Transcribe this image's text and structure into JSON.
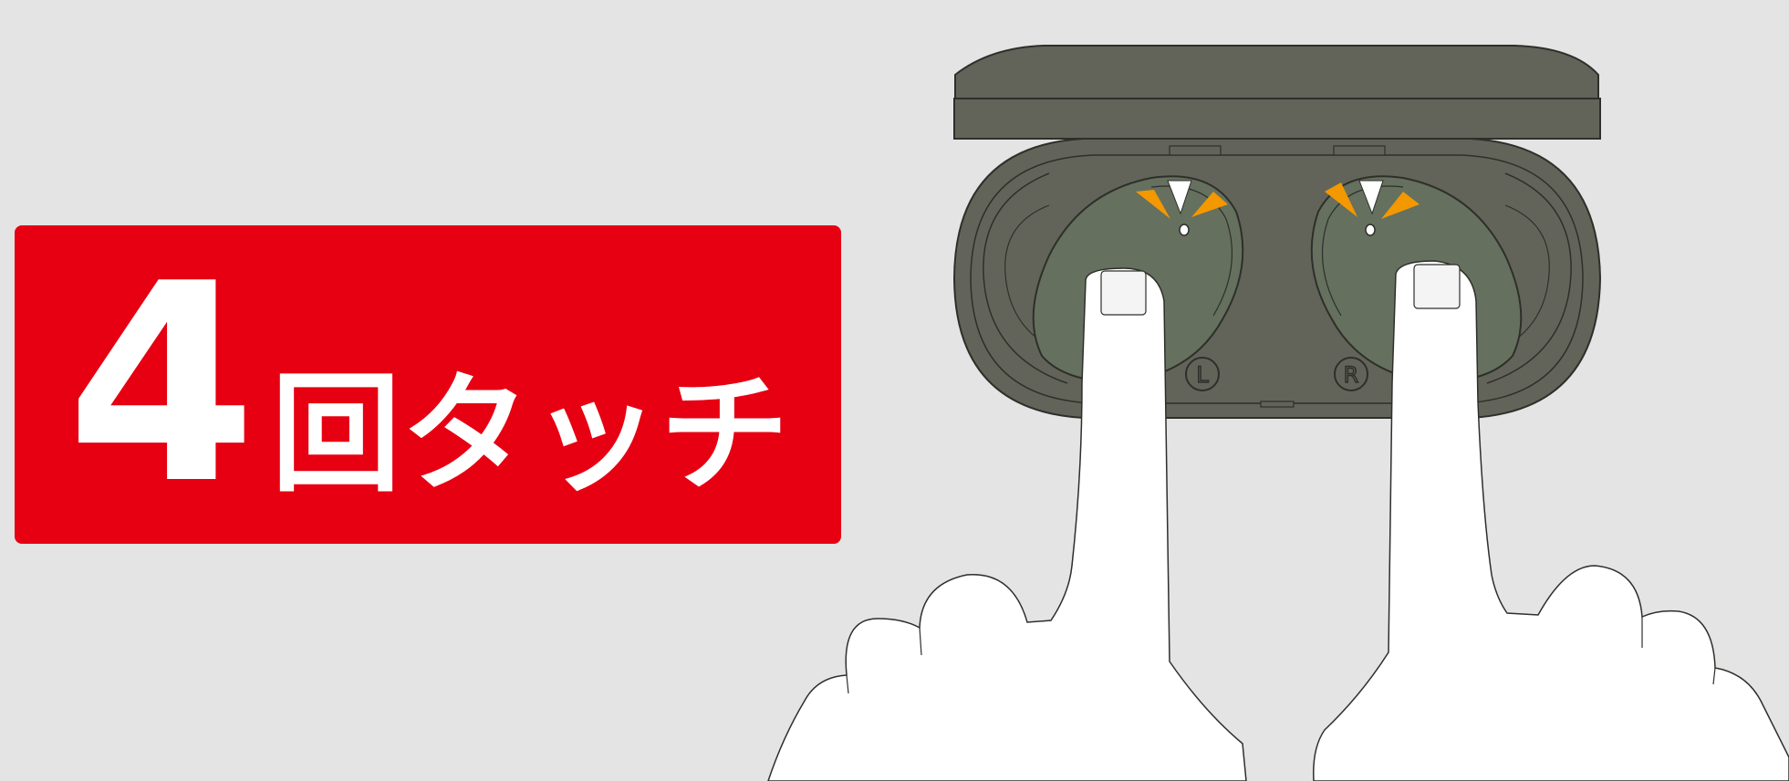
{
  "instruction": {
    "count": "4",
    "unit": "回タッチ",
    "background_color": "#e60012",
    "text_color": "#ffffff"
  },
  "illustration": {
    "earbud_left_mark": "L",
    "earbud_right_mark": "R",
    "case_color": "#636459",
    "earbud_color": "#65705f",
    "flash_color": "#f39800"
  }
}
